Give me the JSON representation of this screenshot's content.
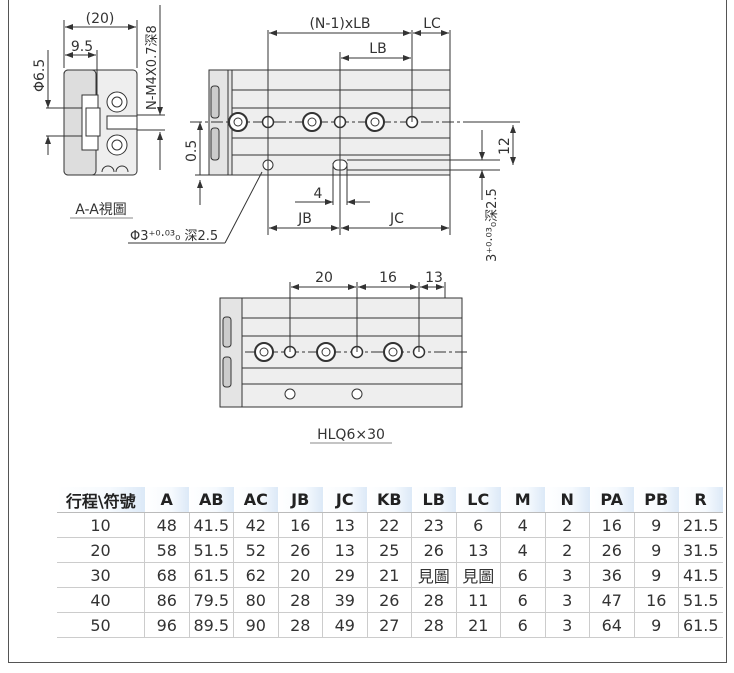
{
  "section_view": {
    "title": "A-A視圖",
    "dim_width": "(20)",
    "dim_offset": "9.5",
    "dim_dia": "Φ6.5",
    "thread_note": "N-M4X0.7深8"
  },
  "front_view": {
    "dim_pitch_total": "(N-1)xLB",
    "dim_lc": "LC",
    "dim_lb": "LB",
    "dim_jb": "JB",
    "dim_jc": "JC",
    "dim_4": "4",
    "dim_05": "0.5",
    "dim_12": "12",
    "slot_note": "3⁺⁰·⁰³₀深2.5",
    "pin_hole_note": "Φ3⁺⁰·⁰³₀ 深2.5"
  },
  "example_view": {
    "title": "HLQ6×30",
    "dim_1": "20",
    "dim_2": "16",
    "dim_3": "13"
  },
  "table": {
    "headers": [
      "行程\\符號",
      "A",
      "AB",
      "AC",
      "JB",
      "JC",
      "KB",
      "LB",
      "LC",
      "M",
      "N",
      "PA",
      "PB",
      "R"
    ],
    "rows": [
      [
        "10",
        "48",
        "41.5",
        "42",
        "16",
        "13",
        "22",
        "23",
        "6",
        "4",
        "2",
        "16",
        "9",
        "21.5"
      ],
      [
        "20",
        "58",
        "51.5",
        "52",
        "26",
        "13",
        "25",
        "26",
        "13",
        "4",
        "2",
        "26",
        "9",
        "31.5"
      ],
      [
        "30",
        "68",
        "61.5",
        "62",
        "20",
        "29",
        "21",
        "見圖",
        "見圖",
        "6",
        "3",
        "36",
        "9",
        "41.5"
      ],
      [
        "40",
        "86",
        "79.5",
        "80",
        "28",
        "39",
        "26",
        "28",
        "11",
        "6",
        "3",
        "47",
        "16",
        "51.5"
      ],
      [
        "50",
        "96",
        "89.5",
        "90",
        "28",
        "49",
        "27",
        "28",
        "21",
        "6",
        "3",
        "64",
        "9",
        "61.5"
      ]
    ]
  }
}
